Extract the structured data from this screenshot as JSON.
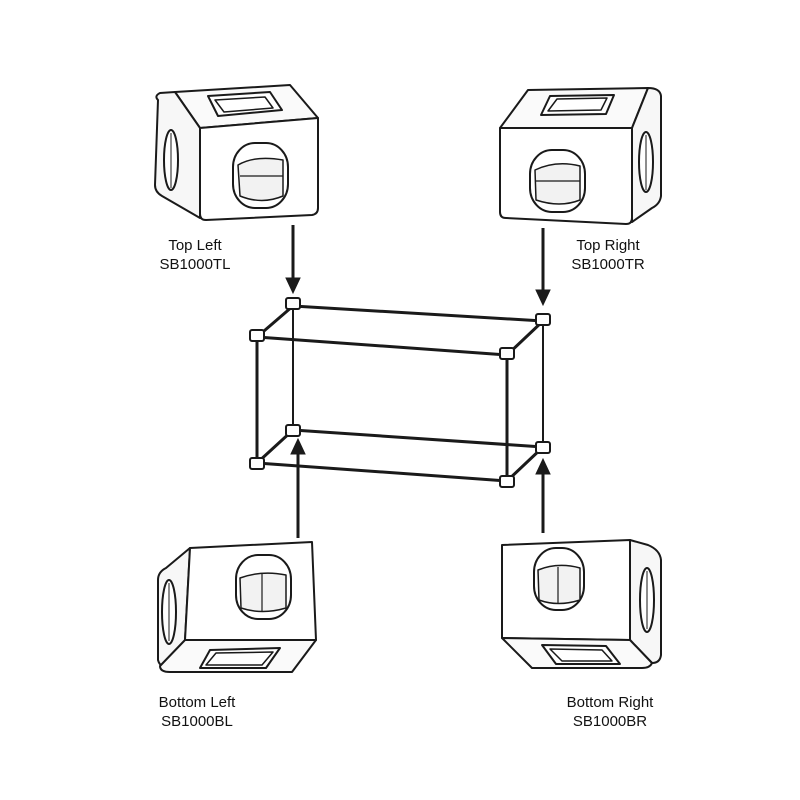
{
  "corners": {
    "top_left": {
      "name": "Top Left",
      "code": "SB1000TL"
    },
    "top_right": {
      "name": "Top Right",
      "code": "SB1000TR"
    },
    "bottom_left": {
      "name": "Bottom Left",
      "code": "SB1000BL"
    },
    "bottom_right": {
      "name": "Bottom Right",
      "code": "SB1000BR"
    }
  },
  "colors": {
    "line": "#1a1a1a",
    "fill": "#ffffff",
    "shade": "#f2f2f2"
  }
}
